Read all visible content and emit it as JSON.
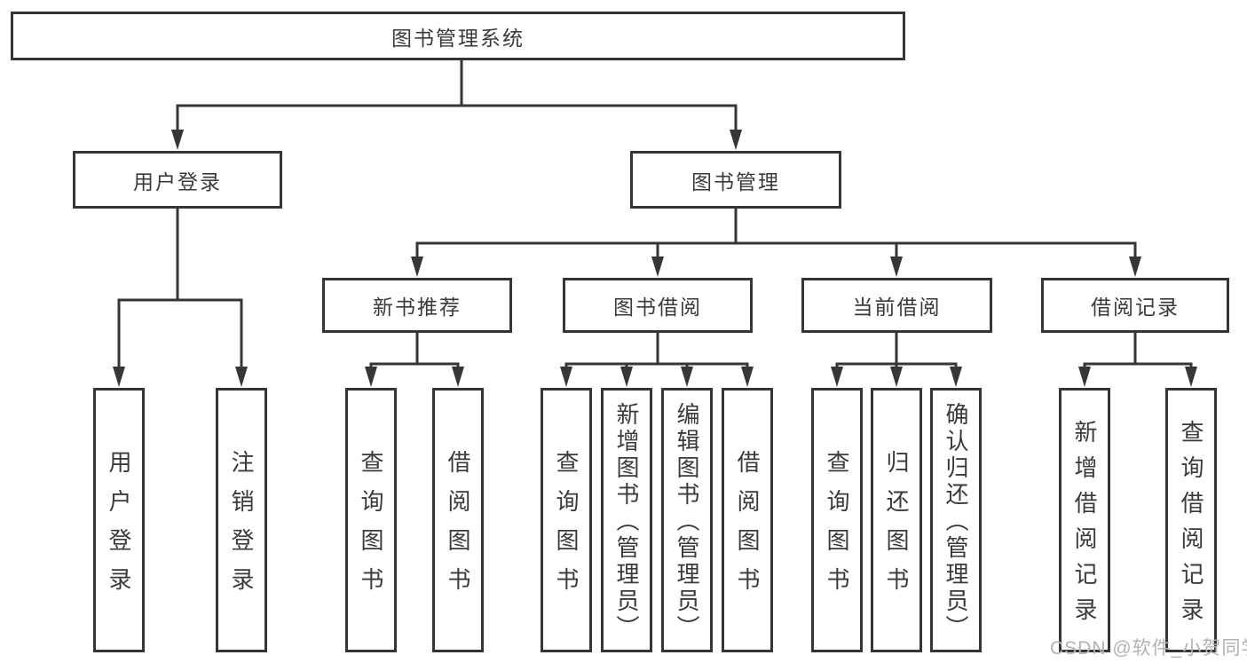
{
  "colors": {
    "line": "#363636",
    "box_border": "#363636",
    "text": "#3a3a3a",
    "background": "#ffffff",
    "watermark": "#b3b3b3"
  },
  "watermark": {
    "text": "CSDN @软件_小贺同学"
  },
  "tree": {
    "root": {
      "label": "图书管理系统"
    },
    "children": [
      {
        "label": "用户登录",
        "children": [
          {
            "label": "用户登录"
          },
          {
            "label": "注销登录"
          }
        ]
      },
      {
        "label": "图书管理",
        "children": [
          {
            "label": "新书推荐",
            "children": [
              {
                "label": "查询图书"
              },
              {
                "label": "借阅图书"
              }
            ]
          },
          {
            "label": "图书借阅",
            "children": [
              {
                "label": "查询图书"
              },
              {
                "label": "新增图书（管理员）"
              },
              {
                "label": "编辑图书（管理员）"
              },
              {
                "label": "借阅图书"
              }
            ]
          },
          {
            "label": "当前借阅",
            "children": [
              {
                "label": "查询图书"
              },
              {
                "label": "归还图书"
              },
              {
                "label": "确认归还（管理员）"
              }
            ]
          },
          {
            "label": "借阅记录",
            "children": [
              {
                "label": "新增借阅记录"
              },
              {
                "label": "查询借阅记录"
              }
            ]
          }
        ]
      }
    ]
  }
}
